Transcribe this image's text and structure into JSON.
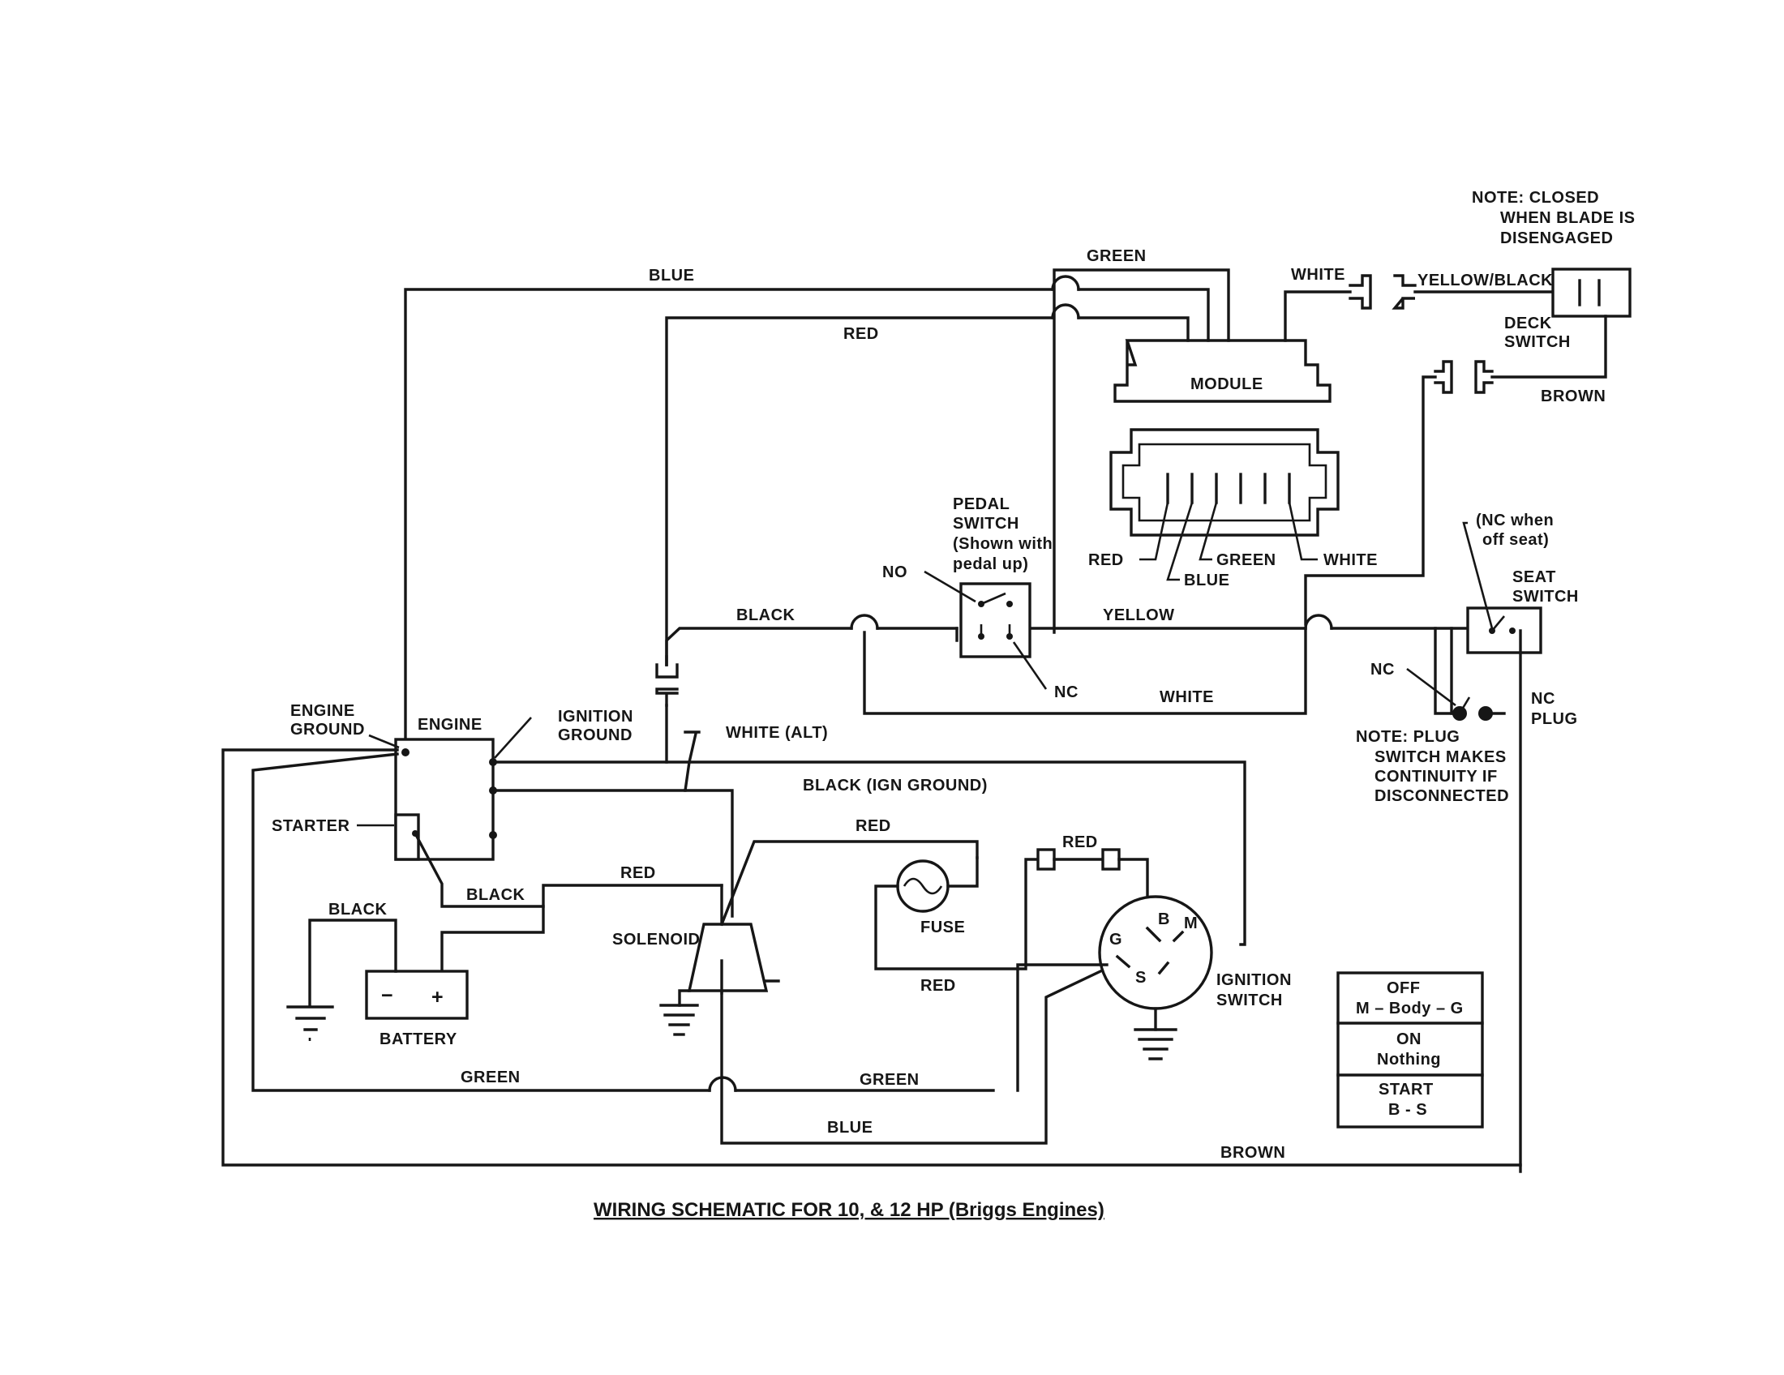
{
  "title": "WIRING SCHEMATIC FOR 10, & 12 HP (Briggs Engines)",
  "notes": {
    "deck": [
      "NOTE:  CLOSED",
      "WHEN BLADE IS",
      "DISENGAGED"
    ],
    "plug": [
      "NOTE:  PLUG",
      "SWITCH MAKES",
      "CONTINUITY IF",
      "DISCONNECTED"
    ],
    "seat_nc": [
      "(NC when",
      "off seat)"
    ]
  },
  "components": {
    "module": "MODULE",
    "engine": "ENGINE",
    "engine_ground": [
      "ENGINE",
      "GROUND"
    ],
    "ignition_ground": [
      "IGNITION",
      "GROUND"
    ],
    "starter": "STARTER",
    "battery": "BATTERY",
    "battery_minus": "−",
    "battery_plus": "+",
    "solenoid": "SOLENOID",
    "fuse": "FUSE",
    "ignition_switch": [
      "IGNITION",
      "SWITCH"
    ],
    "deck_switch": [
      "DECK",
      "SWITCH"
    ],
    "seat_switch": [
      "SEAT",
      "SWITCH"
    ],
    "pedal_switch": [
      "PEDAL",
      "SWITCH",
      "(Shown with",
      "pedal up)"
    ],
    "nc_plug": [
      "NC",
      "PLUG"
    ],
    "no": "NO",
    "nc": "NC",
    "terminals": {
      "b": "B",
      "m": "M",
      "g": "G",
      "s": "S"
    }
  },
  "wires": {
    "blue_top": "BLUE",
    "red_top": "RED",
    "green_top": "GREEN",
    "white_module": "WHITE",
    "yellow_black": "YELLOW/BLACK",
    "brown_deck": "BROWN",
    "black_mid": "BLACK",
    "yellow_mid": "YELLOW",
    "white_mid": "WHITE",
    "white_alt": "WHITE (ALT)",
    "black_ign": "BLACK (IGN GROUND)",
    "red_solenoid": "RED",
    "red_fuse": "RED",
    "red_battery": "RED",
    "black_battery": "BLACK",
    "black_ground": "BLACK",
    "red_fuse_bottom": "RED",
    "green_left": "GREEN",
    "green_right": "GREEN",
    "blue_bottom": "BLUE",
    "brown_bottom": "BROWN"
  },
  "connector_pins": {
    "red": "RED",
    "blue": "BLUE",
    "green": "GREEN",
    "white": "WHITE"
  },
  "switch_table": [
    {
      "state": "OFF",
      "connection": "M – Body – G"
    },
    {
      "state": "ON",
      "connection": "Nothing"
    },
    {
      "state": "START",
      "connection": "B - S"
    }
  ]
}
